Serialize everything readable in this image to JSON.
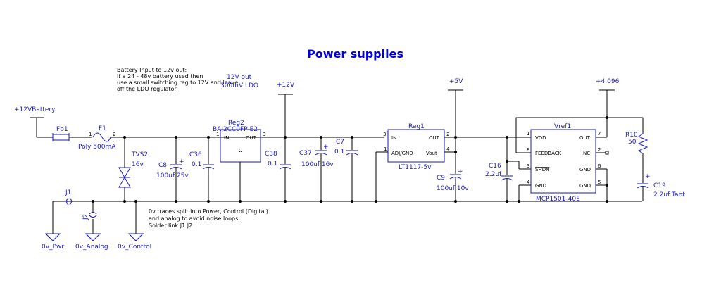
{
  "title": "Power supplies",
  "notes": {
    "battery": [
      "Battery Input to 12v out:",
      "If a 24 - 48v battery used then",
      "use a small switching reg to 12V and leave",
      "off the LDO regulator"
    ],
    "ground": [
      "0v traces split into Power, Control (Digital)",
      "and analog to avoid noise loops.",
      "Solder link J1 J2"
    ],
    "ldo": [
      "12V out",
      "300mV LDO"
    ]
  },
  "nets": {
    "battery": "+12VBattery",
    "v12": "+12V",
    "v5": "+5V",
    "vref": "+4.096",
    "gnd_pwr": "0v_Pwr",
    "gnd_analog": "0v_Analog",
    "gnd_control": "0v_Control"
  },
  "components": {
    "fb1": {
      "ref": "Fb1"
    },
    "f1": {
      "ref": "F1",
      "value": "Poly 500mA",
      "pin1": "1",
      "pin2": "2"
    },
    "tvs2": {
      "ref": "TVS2",
      "value": "16v"
    },
    "c8": {
      "ref": "C8",
      "value": "100uf  25v"
    },
    "c36": {
      "ref": "C36",
      "value": "0.1"
    },
    "reg2": {
      "ref": "Reg2",
      "part": "BAJ2CC0FP-E2",
      "pins": {
        "in": "IN",
        "out": "OUT",
        "in_num": "1",
        "out_num": "3"
      }
    },
    "c38": {
      "ref": "C38",
      "value": "0.1"
    },
    "c37": {
      "ref": "C37",
      "value": "100uf  16v"
    },
    "c7": {
      "ref": "C7",
      "value": "0.1"
    },
    "reg1": {
      "ref": "Reg1",
      "part": "LT1117-5v",
      "pins": {
        "in": "IN",
        "out": "OUT",
        "adj": "ADJ/GND",
        "vout": "Vout",
        "in_num": "3",
        "out_num": "2",
        "adj_num": "1",
        "vout_num": "4"
      }
    },
    "c9": {
      "ref": "C9",
      "value": "100uf  10v"
    },
    "c16": {
      "ref": "C16",
      "value": "2.2uf"
    },
    "vref1": {
      "ref": "Vref1",
      "part": "MCP1501-40E",
      "pins": {
        "vdd": "VDD",
        "feedback": "FEEDBACK",
        "shdn": "SHDN",
        "gnd_l": "GND",
        "out": "OUT",
        "nc": "NC",
        "gnd6": "GND",
        "gnd5": "GND",
        "n1": "1",
        "n8": "8",
        "n3": "3",
        "n4": "4",
        "n7": "7",
        "n2": "2",
        "n6": "6",
        "n5": "5"
      }
    },
    "r10": {
      "ref": "R10",
      "value": "50"
    },
    "c19": {
      "ref": "C19",
      "value": "2.2uf Tant"
    },
    "j1": {
      "ref": "J1"
    },
    "j2": {
      "ref": "J2"
    }
  },
  "plus": "+"
}
